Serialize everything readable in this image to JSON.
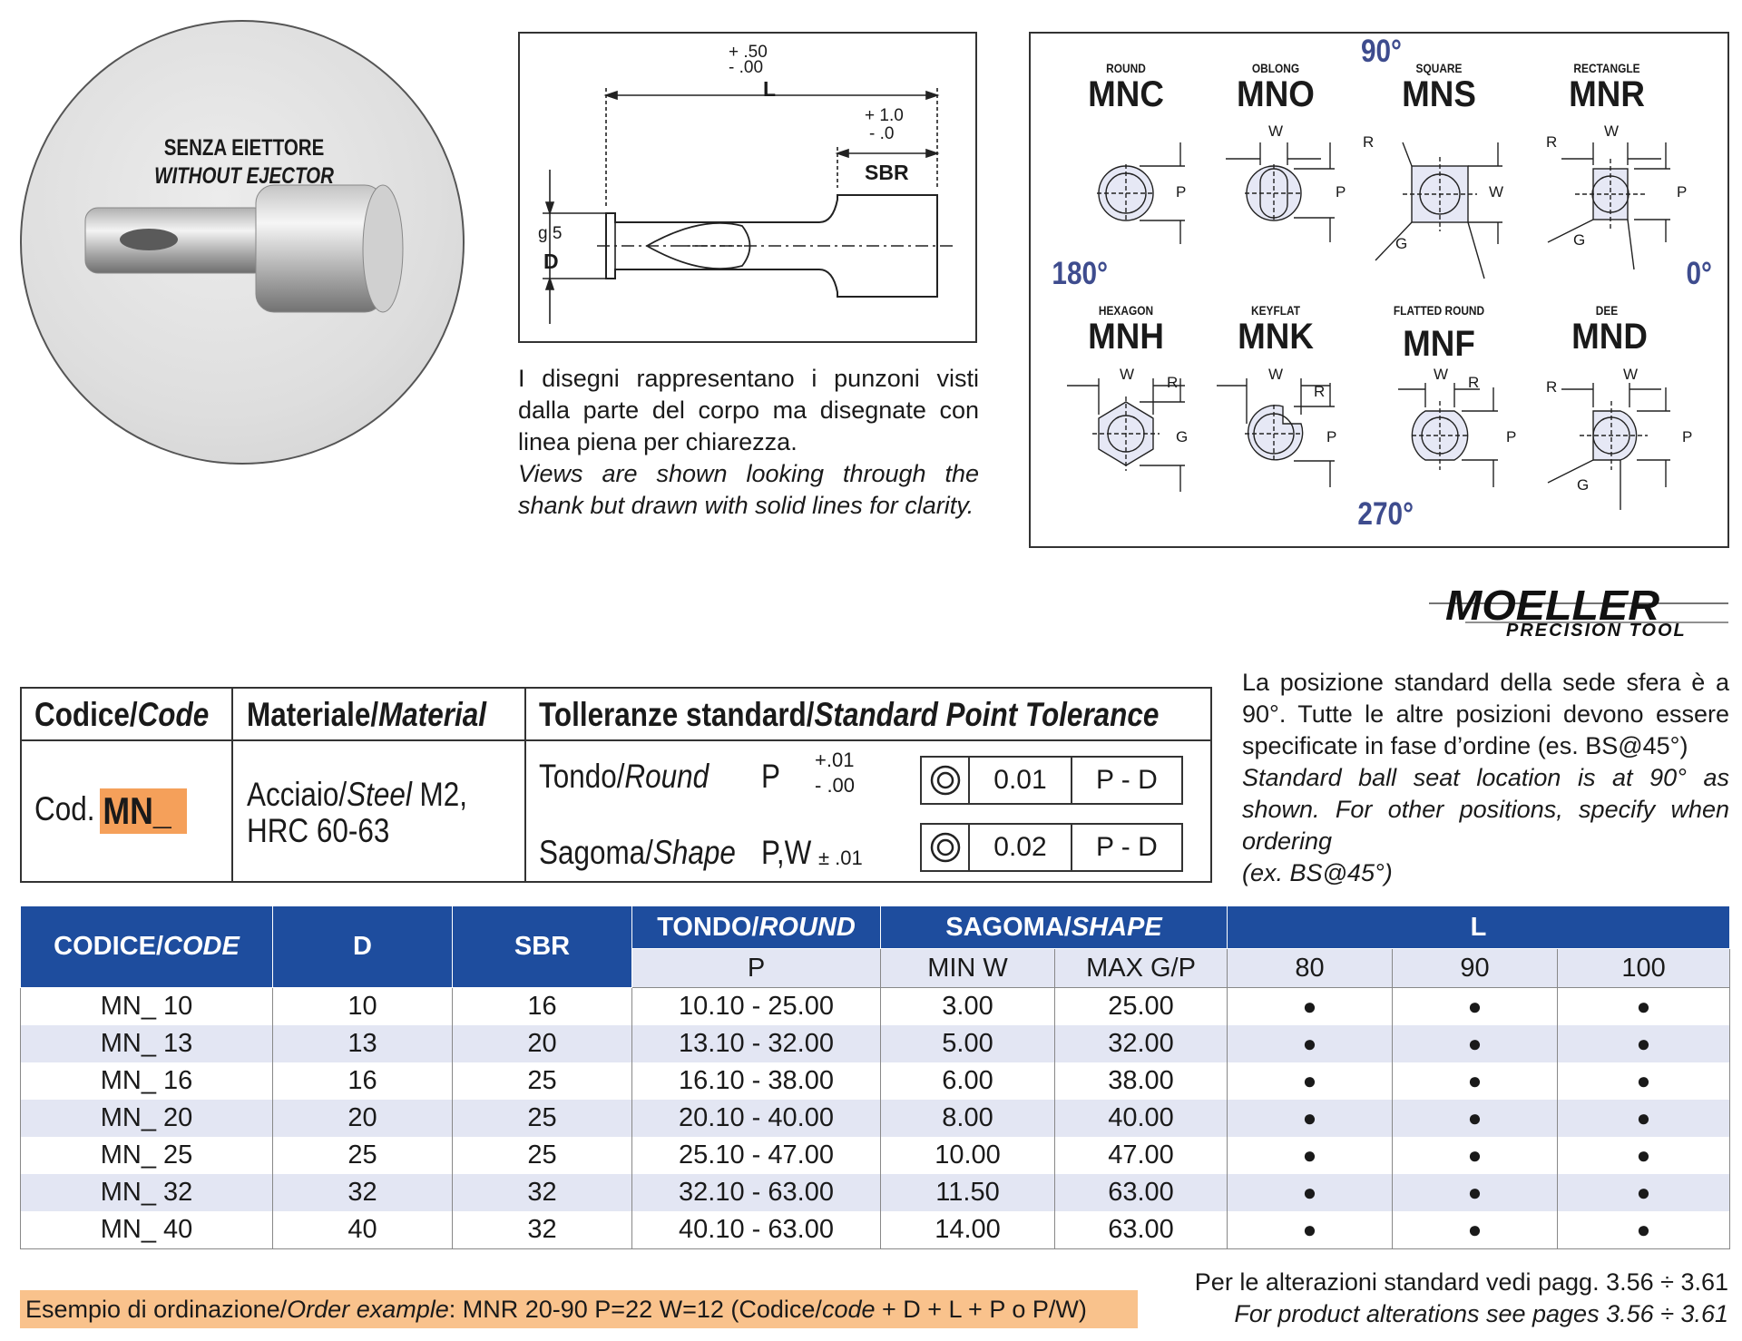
{
  "photo": {
    "caption_it": "SENZA EIETTORE",
    "caption_en": "WITHOUT EJECTOR"
  },
  "drawing": {
    "tol_L_plus": "+ .50",
    "tol_L_minus": "- .00",
    "L": "L",
    "tol_SBR_plus": "+ 1.0",
    "tol_SBR_minus": "- .0",
    "SBR": "SBR",
    "g5": "g 5",
    "D": "D"
  },
  "description": {
    "it": "I disegni rappresentano i punzoni visti dalla parte del corpo ma disegnate con linea piena per chiarezza.",
    "en": "Views are shown looking through the shank but drawn with solid lines for clarity."
  },
  "shapes": {
    "angles": {
      "top": "90°",
      "left": "180°",
      "right": "0°",
      "bottom": "270°"
    },
    "items": [
      {
        "name": "ROUND",
        "code": "MNC"
      },
      {
        "name": "OBLONG",
        "code": "MNO"
      },
      {
        "name": "SQUARE",
        "code": "MNS"
      },
      {
        "name": "RECTANGLE",
        "code": "MNR"
      },
      {
        "name": "HEXAGON",
        "code": "MNH"
      },
      {
        "name": "KEYFLAT",
        "code": "MNK"
      },
      {
        "name": "FLATTED ROUND",
        "code": "MNF"
      },
      {
        "name": "DEE",
        "code": "MND"
      }
    ],
    "labels": {
      "P": "P",
      "W": "W",
      "R": "R",
      "G": "G"
    }
  },
  "logo": {
    "brand": "MOELLER",
    "tagline": "PRECISION TOOL"
  },
  "spec": {
    "h_code_it": "Codice/",
    "h_code_en": "Code",
    "h_mat_it": "Materiale/",
    "h_mat_en": "Material",
    "h_tol_it": "Tolleranze standard/",
    "h_tol_en": "Standard Point Tolerance",
    "cod_prefix": "Cod.",
    "cod_value": "MN_",
    "mat_line1_a": "Acciaio/",
    "mat_line1_b": "Steel",
    "mat_line1_c": " M2,",
    "mat_line2": "HRC 60-63",
    "round_it": "Tondo/",
    "round_en": "Round",
    "round_sym": "P",
    "round_tol_plus": "+.01",
    "round_tol_minus": "- .00",
    "shape_it": "Sagoma/",
    "shape_en": "Shape",
    "shape_sym": "P,W",
    "shape_tol": "± .01",
    "round_box": {
      "value": "0.01",
      "ref": "P - D"
    },
    "shape_box": {
      "value": "0.02",
      "ref": "P - D"
    }
  },
  "note": {
    "it": "La posizione standard della sede sfera è a 90°. Tutte le altre posizioni devono essere specificate in fase d’ordine (es. BS@45°)",
    "en1": "Standard ball seat location is at 90° as shown. For other positions, specify when ordering",
    "en2": "(ex. BS@45°)"
  },
  "table": {
    "h_code_it": "CODICE/",
    "h_code_en": "CODE",
    "h_D": "D",
    "h_SBR": "SBR",
    "h_round_it": "TONDO/",
    "h_round_en": "ROUND",
    "h_shape_it": "SAGOMA/",
    "h_shape_en": "SHAPE",
    "h_L": "L",
    "sub_P": "P",
    "sub_minW": "MIN W",
    "sub_maxGP": "MAX G/P",
    "sub_L80": "80",
    "sub_L90": "90",
    "sub_L100": "100",
    "rows": [
      {
        "code": "MN_ 10",
        "D": "10",
        "SBR": "16",
        "P": "10.10 - 25.00",
        "minW": "3.00",
        "maxGP": "25.00",
        "l80": "●",
        "l90": "●",
        "l100": "●"
      },
      {
        "code": "MN_ 13",
        "D": "13",
        "SBR": "20",
        "P": "13.10 - 32.00",
        "minW": "5.00",
        "maxGP": "32.00",
        "l80": "●",
        "l90": "●",
        "l100": "●"
      },
      {
        "code": "MN_ 16",
        "D": "16",
        "SBR": "25",
        "P": "16.10 - 38.00",
        "minW": "6.00",
        "maxGP": "38.00",
        "l80": "●",
        "l90": "●",
        "l100": "●"
      },
      {
        "code": "MN_ 20",
        "D": "20",
        "SBR": "25",
        "P": "20.10 - 40.00",
        "minW": "8.00",
        "maxGP": "40.00",
        "l80": "●",
        "l90": "●",
        "l100": "●"
      },
      {
        "code": "MN_ 25",
        "D": "25",
        "SBR": "25",
        "P": "25.10 - 47.00",
        "minW": "10.00",
        "maxGP": "47.00",
        "l80": "●",
        "l90": "●",
        "l100": "●"
      },
      {
        "code": "MN_ 32",
        "D": "32",
        "SBR": "32",
        "P": "32.10 - 63.00",
        "minW": "11.50",
        "maxGP": "63.00",
        "l80": "●",
        "l90": "●",
        "l100": "●"
      },
      {
        "code": "MN_ 40",
        "D": "40",
        "SBR": "32",
        "P": "40.10 - 63.00",
        "minW": "14.00",
        "maxGP": "63.00",
        "l80": "●",
        "l90": "●",
        "l100": "●"
      }
    ]
  },
  "order_example": {
    "label_it": "Esempio di ordinazione/",
    "label_en": "Order example",
    "text_a": ": MNR 20-90 P=22 W=12 (Codice/",
    "text_b": "code",
    "text_c": " + D + L + P o P/W)"
  },
  "alterations": {
    "it": "Per le alterazioni standard vedi pagg. 3.56 ÷ 3.61",
    "en": "For product alterations see pages 3.56 ÷ 3.61"
  },
  "colors": {
    "table_header": "#1e4d9e",
    "row_alt": "#e3e6f3",
    "highlight": "#f5a05a",
    "order_bg": "#f9c28c",
    "angle_text": "#3e4c8e"
  }
}
